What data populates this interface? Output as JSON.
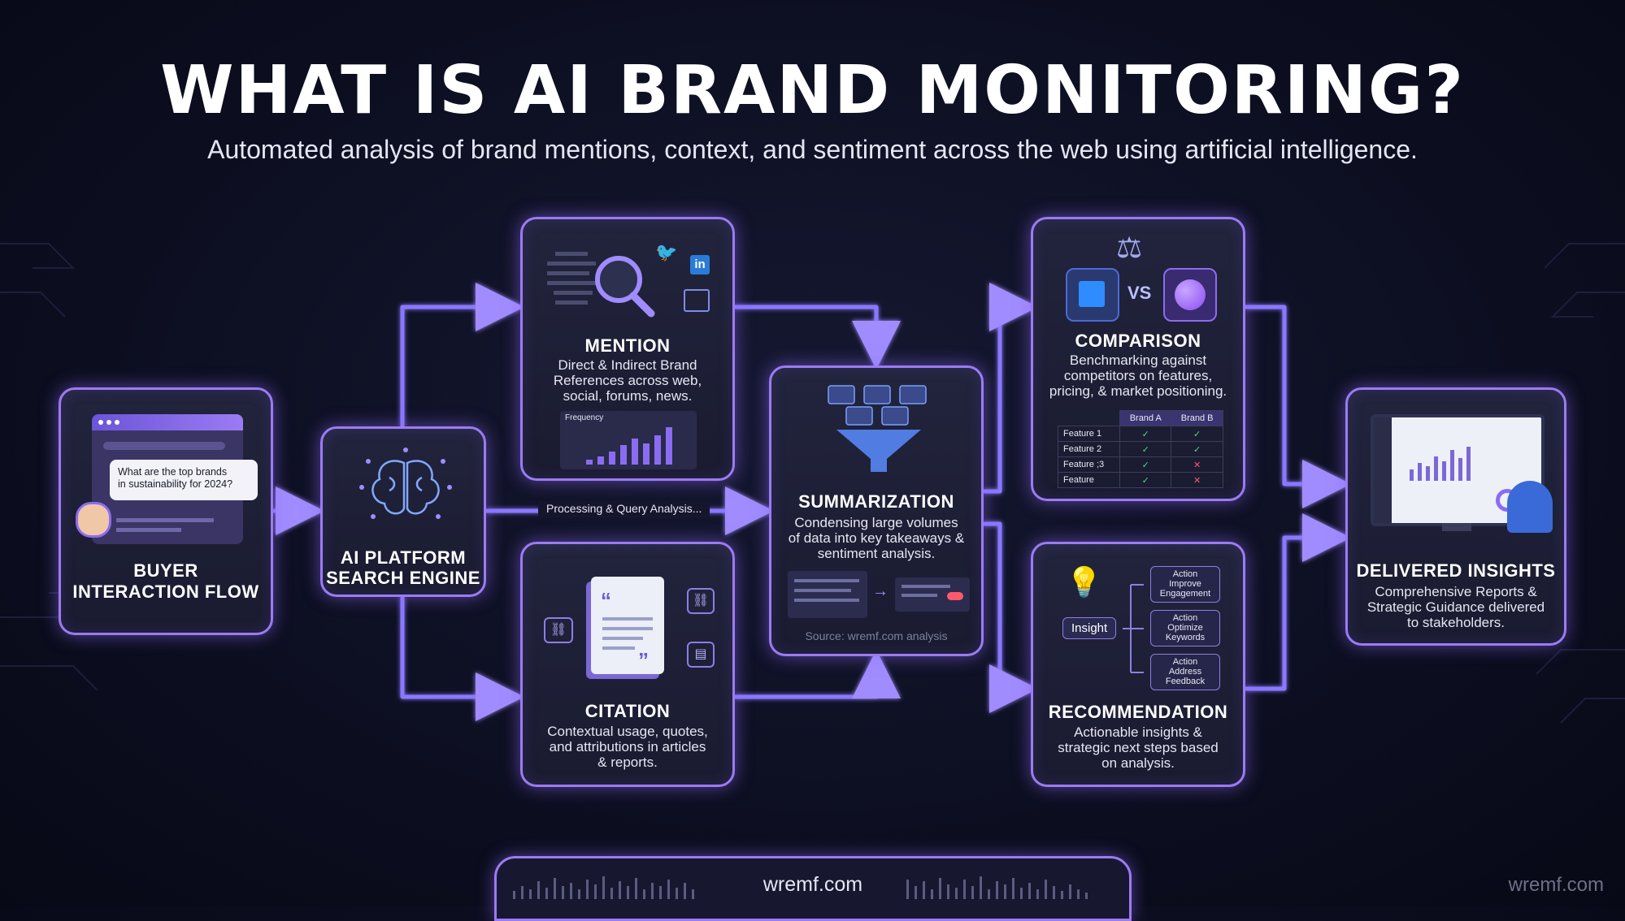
{
  "header": {
    "title": "WHAT IS AI BRAND MONITORING?",
    "subtitle": "Automated analysis of brand mentions, context, and sentiment across the web using artificial intelligence."
  },
  "buyer": {
    "title_line1": "BUYER",
    "title_line2": "INTERACTION FLOW",
    "chat_line1": "What are the top brands",
    "chat_line2": "in sustainability for 2024?"
  },
  "engine": {
    "title_line1": "AI PLATFORM",
    "title_line2": "SEARCH ENGINE",
    "flow_label": "Processing & Query Analysis..."
  },
  "mention": {
    "title": "MENTION",
    "desc_line1": "Direct & Indirect Brand",
    "desc_line2": "References across web,",
    "desc_line3": "social, forums, news.",
    "chart_label": "Frequency"
  },
  "citation": {
    "title": "CITATION",
    "desc_line1": "Contextual usage, quotes,",
    "desc_line2": "and attributions in articles",
    "desc_line3": "& reports."
  },
  "summarization": {
    "title": "SUMMARIZATION",
    "desc_line1": "Condensing large volumes",
    "desc_line2": "of data into key takeaways &",
    "desc_line3": "sentiment analysis.",
    "source": "Source: wremf.com analysis"
  },
  "comparison": {
    "title": "COMPARISON",
    "vs": "VS",
    "desc_line1": "Benchmarking against",
    "desc_line2": "competitors on features,",
    "desc_line3": "pricing, & market positioning.",
    "table": {
      "headers": [
        "Brand A",
        "Brand B"
      ],
      "rows": [
        {
          "label": "Feature 1",
          "a": "✓",
          "b": "✓"
        },
        {
          "label": "Feature 2",
          "a": "✓",
          "b": "✓"
        },
        {
          "label": "Feature ;3",
          "a": "✓",
          "b": "✕"
        },
        {
          "label": "Feature",
          "a": "✓",
          "b": "✕"
        }
      ]
    }
  },
  "recommendation": {
    "title": "RECOMMENDATION",
    "insight": "Insight",
    "actions": [
      {
        "l1": "Action",
        "l2": "Improve",
        "l3": "Engagement"
      },
      {
        "l1": "Action",
        "l2": "Optimize",
        "l3": "Keywords"
      },
      {
        "l1": "Action",
        "l2": "Address",
        "l3": "Feedback"
      }
    ],
    "desc_line1": "Actionable insights &",
    "desc_line2": "strategic next steps based",
    "desc_line3": "on analysis."
  },
  "delivered": {
    "title": "DELIVERED INSIGHTS",
    "desc_line1": "Comprehensive Reports &",
    "desc_line2": "Strategic Guidance delivered",
    "desc_line3": "to stakeholders."
  },
  "footer": {
    "site": "wremf.com",
    "watermark": "wremf.com"
  },
  "colors": {
    "card_border": "#9b7bf3",
    "flow_arrow": "#8a78ff",
    "background": "#0d0f22"
  }
}
